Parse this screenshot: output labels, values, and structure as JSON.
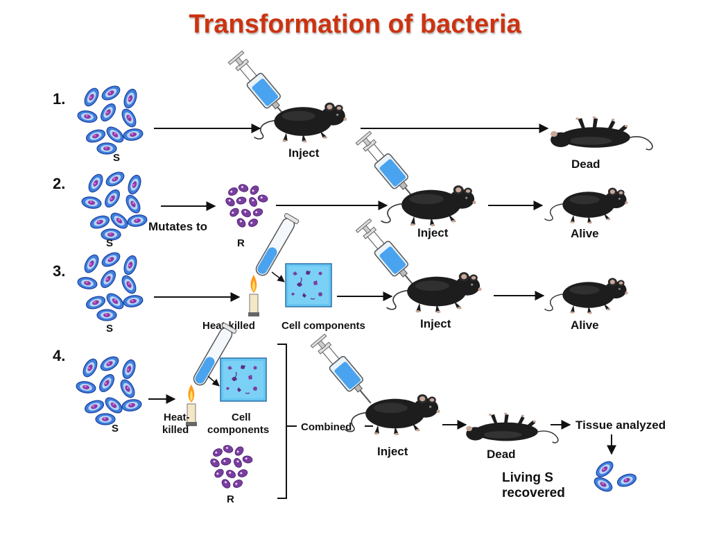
{
  "title": "Transformation of bacteria",
  "colors": {
    "title": "#cc3311",
    "s_cell": "#2f6fd0",
    "r_cell": "#7a3ea0",
    "liquid": "#4aa3ee",
    "mouse": "#1b1b1b"
  },
  "experiments": [
    {
      "number": "1.",
      "bacteria_label": "S",
      "inject_label": "Inject",
      "outcome_label": "Dead"
    },
    {
      "number": "2.",
      "bacteria_label": "S",
      "mutates_label": "Mutates to",
      "r_label": "R",
      "inject_label": "Inject",
      "outcome_label": "Alive"
    },
    {
      "number": "3.",
      "bacteria_label": "S",
      "heat_label": "Heat-killed",
      "components_label": "Cell components",
      "inject_label": "Inject",
      "outcome_label": "Alive"
    },
    {
      "number": "4.",
      "bacteria_label": "S",
      "heat_label_1": "Heat-",
      "heat_label_2": "killed",
      "components_label_1": "Cell",
      "components_label_2": "components",
      "r_label": "R",
      "combined_label": "Combined",
      "inject_label": "Inject",
      "outcome_label": "Dead",
      "tissue_label": "Tissue analyzed",
      "recovered_label_1": "Living S",
      "recovered_label_2": "recovered"
    }
  ]
}
